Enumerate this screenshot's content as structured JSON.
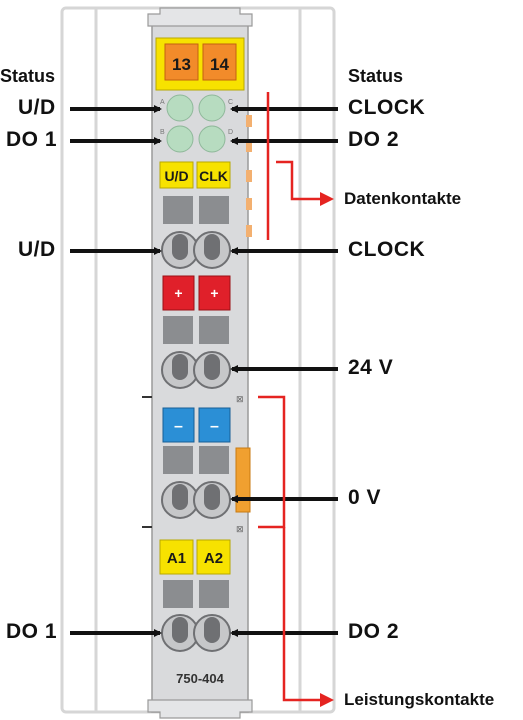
{
  "module": {
    "top_contacts": [
      "13",
      "14"
    ],
    "led_area_labels": [
      "U/D",
      "CLK"
    ],
    "plus_labels": [
      "+",
      "+"
    ],
    "minus_labels": [
      "–",
      "–"
    ],
    "terminal_labels": [
      "A1",
      "A2"
    ],
    "model_number": "750-404",
    "led_letters": [
      "A",
      "B",
      "C",
      "D"
    ]
  },
  "labels": {
    "status_left": "Status",
    "status_right": "Status",
    "led_ud": "U/D",
    "led_clock": "CLOCK",
    "led_do1": "DO 1",
    "led_do2": "DO 2",
    "datenkontakte": "Datenkontakte",
    "input_ud": "U/D",
    "input_clock": "CLOCK",
    "supply_24v": "24 V",
    "supply_0v": "0 V",
    "output_do1": "DO 1",
    "output_do2": "DO 2",
    "leistungskontakte": "Leistungskontakte"
  },
  "colors": {
    "arrow": "#111111",
    "contact_line": "#e52421",
    "module_body": "#d9dadc",
    "led_green": "#b7dcc0",
    "label_yellow": "#f7e200",
    "orange": "#f28b2a",
    "plus_red": "#e0202a",
    "minus_blue": "#2b8fd6"
  }
}
